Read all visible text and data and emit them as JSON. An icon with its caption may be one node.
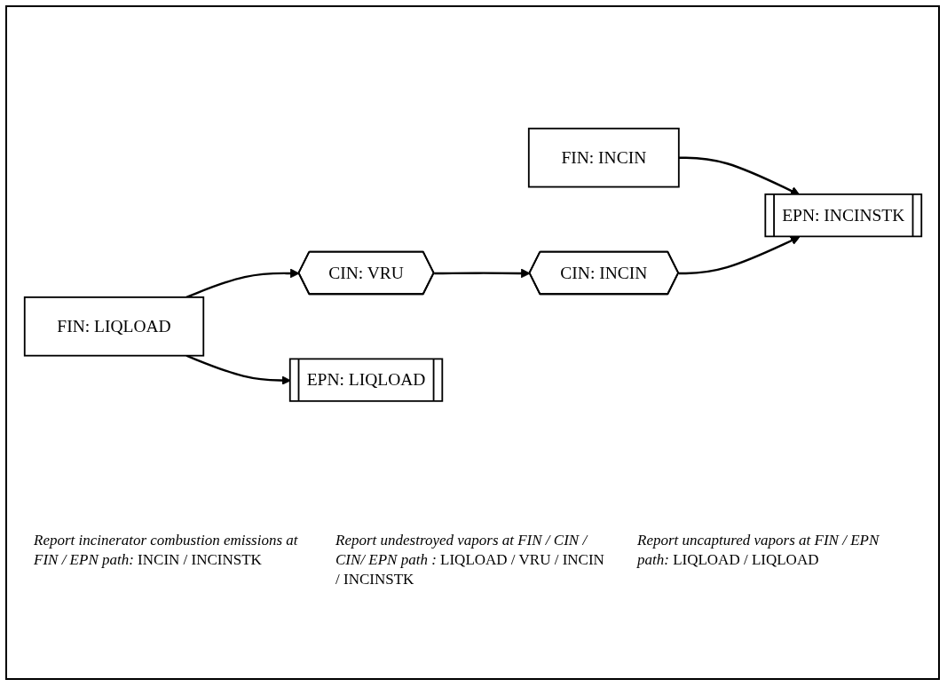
{
  "diagram": {
    "nodes": [
      {
        "text": [
          "FIN: INCIN"
        ]
      },
      {
        "text": [
          "EPN: INCINSTK"
        ]
      },
      {
        "text": [
          "FIN: LIQLOAD"
        ]
      },
      {
        "text": [
          "CIN: VRU"
        ]
      },
      {
        "text": [
          "CIN: INCIN"
        ]
      },
      {
        "text": [
          "EPN: LIQLOAD"
        ]
      }
    ],
    "edges": [
      {
        "from": 0,
        "to": 1,
        "arrow": "to"
      },
      {
        "from": 2,
        "to": 3,
        "arrow": "to"
      },
      {
        "from": 3,
        "to": 4,
        "arrow": "to"
      },
      {
        "from": 4,
        "to": 1,
        "arrow": "to"
      },
      {
        "from": 2,
        "to": 5,
        "arrow": "to"
      }
    ],
    "labels": [
      "*Report incinerator combustion emissions at FIN / EPN path:* INCIN / INCINSTK",
      "*Report undestroyed vapors at FIN / CIN / CIN/ EPN path :* LIQLOAD / VRU / INCIN / INCINSTK",
      "*Report uncaptured vapors at FIN / EPN path:* LIQLOAD / LIQLOAD"
    ]
  }
}
